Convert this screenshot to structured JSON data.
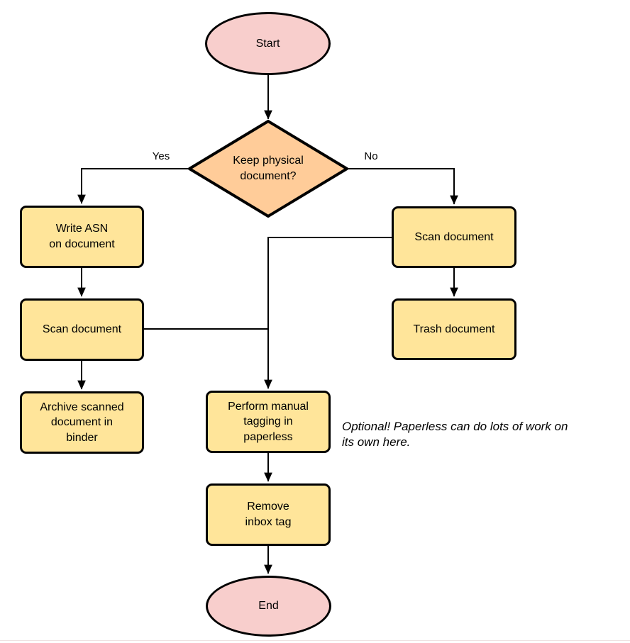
{
  "diagram": {
    "type": "flowchart",
    "nodes": {
      "start": {
        "shape": "terminal",
        "label": "Start"
      },
      "decision": {
        "shape": "decision",
        "label": "Keep physical\ndocument?"
      },
      "write_asn": {
        "shape": "process",
        "label": "Write ASN\non document"
      },
      "scan_keep": {
        "shape": "process",
        "label": "Scan document"
      },
      "archive": {
        "shape": "process",
        "label": "Archive scanned\ndocument in\nbinder"
      },
      "scan_discard": {
        "shape": "process",
        "label": "Scan document"
      },
      "trash": {
        "shape": "process",
        "label": "Trash document"
      },
      "tagging": {
        "shape": "process",
        "label": "Perform manual\ntagging in\npaperless"
      },
      "remove_inbox": {
        "shape": "process",
        "label": "Remove\ninbox tag"
      },
      "end": {
        "shape": "terminal",
        "label": "End"
      }
    },
    "edges": [
      {
        "from": "start",
        "to": "decision",
        "label": ""
      },
      {
        "from": "decision",
        "to": "write_asn",
        "label": "Yes"
      },
      {
        "from": "decision",
        "to": "scan_discard",
        "label": "No"
      },
      {
        "from": "write_asn",
        "to": "scan_keep",
        "label": ""
      },
      {
        "from": "scan_keep",
        "to": "archive",
        "label": ""
      },
      {
        "from": "scan_keep",
        "to": "tagging",
        "label": ""
      },
      {
        "from": "scan_discard",
        "to": "trash",
        "label": ""
      },
      {
        "from": "scan_discard",
        "to": "tagging",
        "label": ""
      },
      {
        "from": "tagging",
        "to": "remove_inbox",
        "label": ""
      },
      {
        "from": "remove_inbox",
        "to": "end",
        "label": ""
      }
    ],
    "edge_labels": {
      "yes": "Yes",
      "no": "No"
    },
    "note": "Optional! Paperless can do lots of work on\nits own here.",
    "colors": {
      "terminal_fill": "#f8cecc",
      "decision_fill": "#ffcc99",
      "process_fill": "#ffe59a",
      "stroke": "#000000",
      "background": "#ffffff"
    }
  }
}
